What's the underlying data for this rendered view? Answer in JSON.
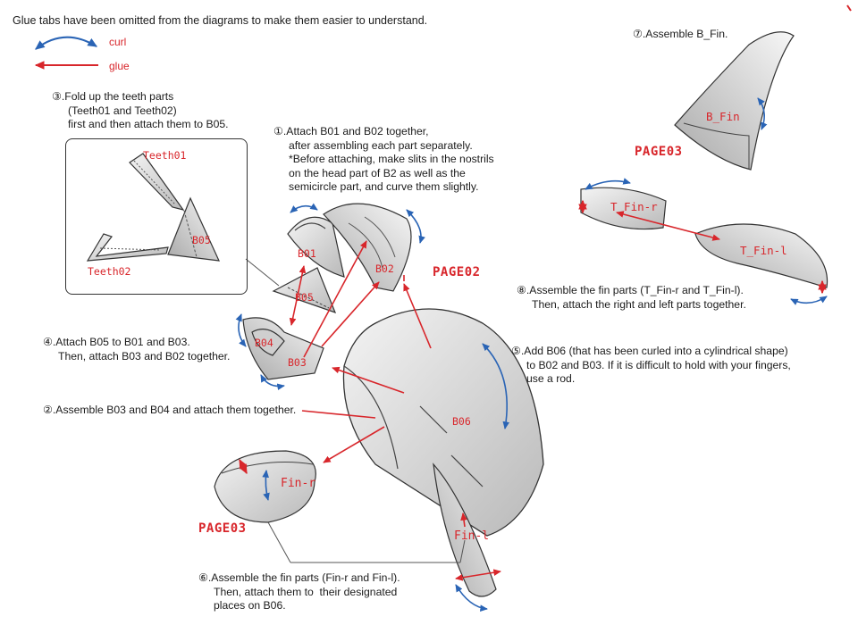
{
  "header": {
    "note": "Glue tabs have been omitted from the diagrams to make them easier to understand."
  },
  "legend": {
    "curl": "curl",
    "glue": "glue"
  },
  "colors": {
    "glue_arrow": "#d8262b",
    "curl_arrow": "#2a64b5",
    "part_fill": "#e3e3e3",
    "part_stroke": "#333333"
  },
  "steps": [
    {
      "id": "step1",
      "lines": [
        "①.Attach B01 and B02 together,",
        "after assembling each part separately.",
        "*Before attaching, make slits in the nostrils",
        "on the head part of B2 as well as the",
        "semicircle part, and curve them slightly."
      ]
    },
    {
      "id": "step2",
      "lines": [
        "②.Assemble B03 and B04 and attach them together."
      ]
    },
    {
      "id": "step3",
      "lines": [
        "③.Fold up the teeth parts",
        "(Teeth01 and Teeth02)",
        "first and then attach them to B05."
      ]
    },
    {
      "id": "step4",
      "lines": [
        "④.Attach B05 to B01 and B03.",
        "Then, attach B03 and B02 together."
      ]
    },
    {
      "id": "step5",
      "lines": [
        "⑤.Add B06 (that has been curled into a cylindrical shape)",
        "to B02 and B03. If it is difficult to hold with your fingers,",
        "use a rod."
      ]
    },
    {
      "id": "step6",
      "lines": [
        "⑥.Assemble the fin parts (Fin-r and Fin-l).",
        "Then, attach them to  their designated",
        "places on B06."
      ]
    },
    {
      "id": "step7",
      "lines": [
        "⑦.Assemble B_Fin."
      ]
    },
    {
      "id": "step8",
      "lines": [
        "⑧.Assemble the fin parts (T_Fin-r and T_Fin-l).",
        "Then, attach the right and left parts together."
      ]
    }
  ],
  "parts": {
    "teeth01": "Teeth01",
    "teeth02": "Teeth02",
    "b05_inset": "B05",
    "b01": "B01",
    "b02": "B02",
    "b03": "B03",
    "b04": "B04",
    "b05": "B05",
    "b06": "B06",
    "fin_r": "Fin-r",
    "fin_l": "Fin-l",
    "b_fin": "B_Fin",
    "t_fin_r": "T_Fin-r",
    "t_fin_l": "T_Fin-l"
  },
  "pages": {
    "page02": "PAGE02",
    "page03_top": "PAGE03",
    "page03_bottom": "PAGE03"
  }
}
